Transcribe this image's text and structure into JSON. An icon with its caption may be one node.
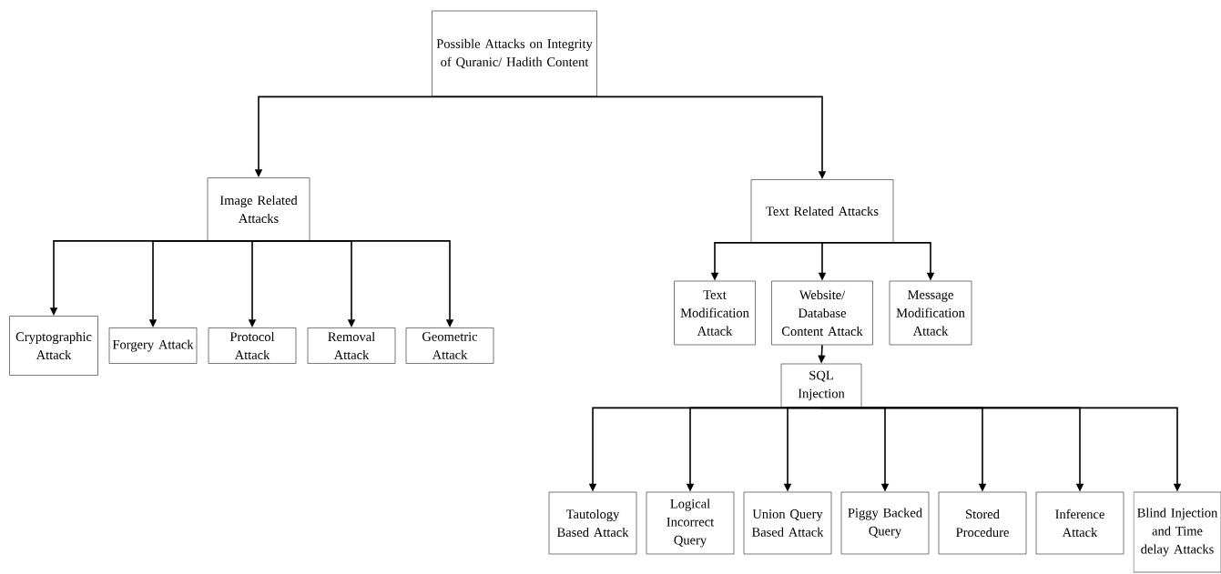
{
  "diagram": {
    "nodes": [
      {
        "text": [
          "Possible Attacks on Integrity of Quranic/ Hadith Content"
        ]
      },
      {
        "text": [
          "Image Related Attacks"
        ]
      },
      {
        "text": [
          "Text Related Attacks"
        ]
      },
      {
        "text": [
          "Cryptographic Attack"
        ]
      },
      {
        "text": [
          "Forgery Attack"
        ]
      },
      {
        "text": [
          "Protocol Attack"
        ]
      },
      {
        "text": [
          "Removal Attack"
        ]
      },
      {
        "text": [
          "Geometric Attack"
        ]
      },
      {
        "text": [
          "Text Modification Attack"
        ]
      },
      {
        "text": [
          "Website/ Database Content Attack"
        ]
      },
      {
        "text": [
          "Message Modification Attack"
        ]
      },
      {
        "text": [
          "SQL Injection"
        ]
      },
      {
        "text": [
          "Tautology Based Attack"
        ]
      },
      {
        "text": [
          "Logical Incorrect Query"
        ]
      },
      {
        "text": [
          "Union Query Based Attack"
        ]
      },
      {
        "text": [
          "Piggy Backed Query"
        ]
      },
      {
        "text": [
          "Stored Procedure"
        ]
      },
      {
        "text": [
          "Inference Attack"
        ]
      },
      {
        "text": [
          "Blind Injection and Time delay Attacks"
        ]
      }
    ],
    "edges": [
      {
        "from": 0,
        "to": 1,
        "arrow": "to"
      },
      {
        "from": 0,
        "to": 2,
        "arrow": "to"
      },
      {
        "from": 1,
        "to": 3,
        "arrow": "to"
      },
      {
        "from": 1,
        "to": 4,
        "arrow": "to"
      },
      {
        "from": 1,
        "to": 5,
        "arrow": "to"
      },
      {
        "from": 1,
        "to": 6,
        "arrow": "to"
      },
      {
        "from": 1,
        "to": 7,
        "arrow": "to"
      },
      {
        "from": 2,
        "to": 8,
        "arrow": "to"
      },
      {
        "from": 2,
        "to": 9,
        "arrow": "to"
      },
      {
        "from": 2,
        "to": 10,
        "arrow": "to"
      },
      {
        "from": 9,
        "to": 11,
        "arrow": "to"
      },
      {
        "from": 11,
        "to": 12,
        "arrow": "to"
      },
      {
        "from": 11,
        "to": 13,
        "arrow": "to"
      },
      {
        "from": 11,
        "to": 14,
        "arrow": "to"
      },
      {
        "from": 11,
        "to": 15,
        "arrow": "to"
      },
      {
        "from": 11,
        "to": 16,
        "arrow": "to"
      },
      {
        "from": 11,
        "to": 17,
        "arrow": "to"
      },
      {
        "from": 11,
        "to": 18,
        "arrow": "to"
      }
    ]
  }
}
